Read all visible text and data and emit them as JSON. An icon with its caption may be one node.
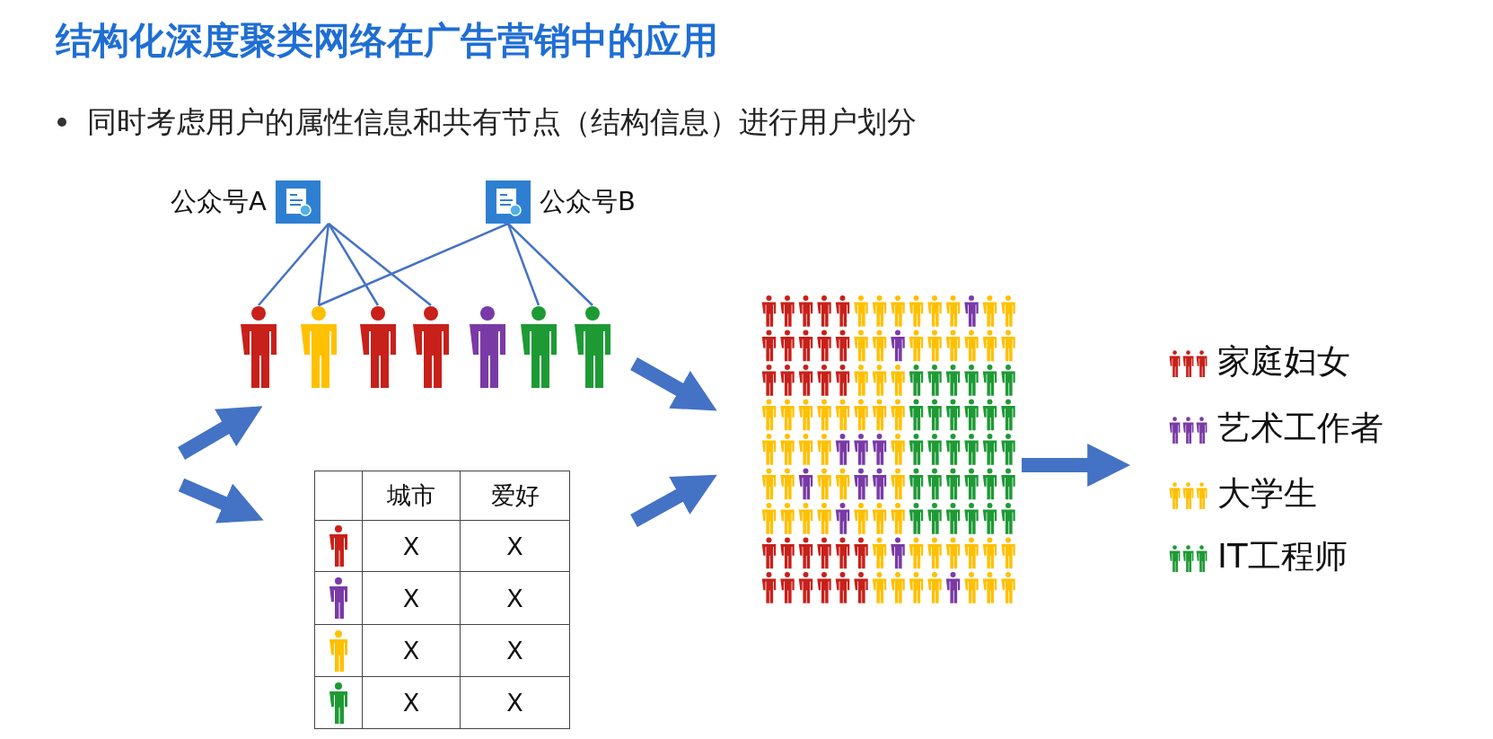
{
  "diagram": {
    "title": "结构化深度聚类网络在广告营销中的应用",
    "nodes": [
      {
        "text": [
          "公众号A"
        ]
      },
      {
        "text": [
          "公众号B"
        ]
      },
      {
        "text": [],
        "shape": "person"
      },
      {
        "text": [],
        "shape": "person"
      },
      {
        "text": [],
        "shape": "person"
      },
      {
        "text": [],
        "shape": "person"
      },
      {
        "text": [],
        "shape": "person"
      },
      {
        "text": [],
        "shape": "person"
      },
      {
        "text": [],
        "shape": "person"
      },
      {
        "text": [
          "城市",
          "爱好",
          "X",
          "X",
          "X",
          "X",
          "X",
          "X",
          "X",
          "X"
        ]
      },
      {
        "text": [],
        "shape": "picture"
      }
    ],
    "edges": [
      {
        "from": 0,
        "to": 2,
        "arrow": "none"
      },
      {
        "from": 0,
        "to": 3,
        "arrow": "none"
      },
      {
        "from": 0,
        "to": 4,
        "arrow": "none"
      },
      {
        "from": 0,
        "to": 5,
        "arrow": "none"
      },
      {
        "from": 1,
        "to": 3,
        "arrow": "none"
      },
      {
        "from": 1,
        "to": 7,
        "arrow": "none"
      },
      {
        "from": 1,
        "to": 8,
        "arrow": "none"
      },
      {
        "from": null,
        "to": 2,
        "arrow": "to",
        "style": "thick"
      },
      {
        "from": null,
        "to": 9,
        "arrow": "to",
        "style": "thick"
      },
      {
        "from": 8,
        "to": 10,
        "arrow": "to",
        "style": "thick"
      },
      {
        "from": 9,
        "to": 10,
        "arrow": "to",
        "style": "thick"
      },
      {
        "from": 10,
        "to": null,
        "arrow": "to",
        "style": "thick"
      }
    ],
    "labels": [
      "同时考虑用户的属性信息和共有节点（结构信息）进行用户划分"
    ],
    "legend": [
      {
        "text": "家庭妇女",
        "color": "#c8201a"
      },
      {
        "text": "艺术工作者",
        "color": "#7a3aa6"
      },
      {
        "text": "大学生",
        "color": "#ffc000"
      },
      {
        "text": "IT工程师",
        "color": "#1e9a35"
      }
    ]
  }
}
